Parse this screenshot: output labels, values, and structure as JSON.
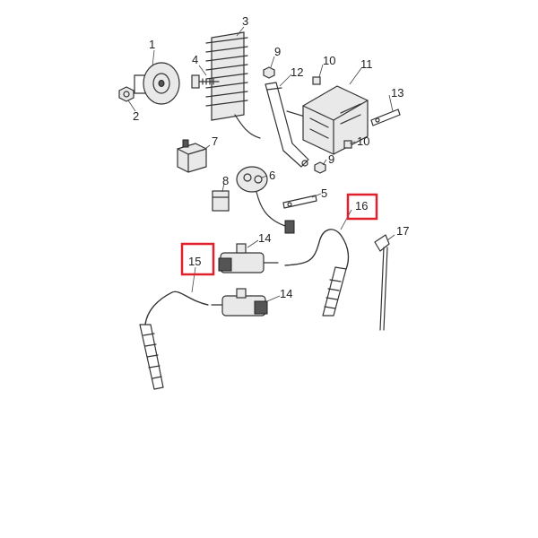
{
  "diagram": {
    "callouts": [
      {
        "id": "c1",
        "label": "1"
      },
      {
        "id": "c2",
        "label": "2"
      },
      {
        "id": "c3",
        "label": "3"
      },
      {
        "id": "c4",
        "label": "4"
      },
      {
        "id": "c5",
        "label": "5"
      },
      {
        "id": "c6",
        "label": "6"
      },
      {
        "id": "c7",
        "label": "7"
      },
      {
        "id": "c8",
        "label": "8"
      },
      {
        "id": "c9a",
        "label": "9"
      },
      {
        "id": "c9b",
        "label": "9"
      },
      {
        "id": "c10a",
        "label": "10"
      },
      {
        "id": "c10b",
        "label": "10"
      },
      {
        "id": "c11",
        "label": "11"
      },
      {
        "id": "c12",
        "label": "12"
      },
      {
        "id": "c13",
        "label": "13"
      },
      {
        "id": "c14a",
        "label": "14"
      },
      {
        "id": "c14b",
        "label": "14"
      },
      {
        "id": "c15",
        "label": "15",
        "highlighted": true
      },
      {
        "id": "c16",
        "label": "16",
        "highlighted": true
      },
      {
        "id": "c17",
        "label": "17"
      }
    ],
    "highlight_color": "#e0202a"
  }
}
